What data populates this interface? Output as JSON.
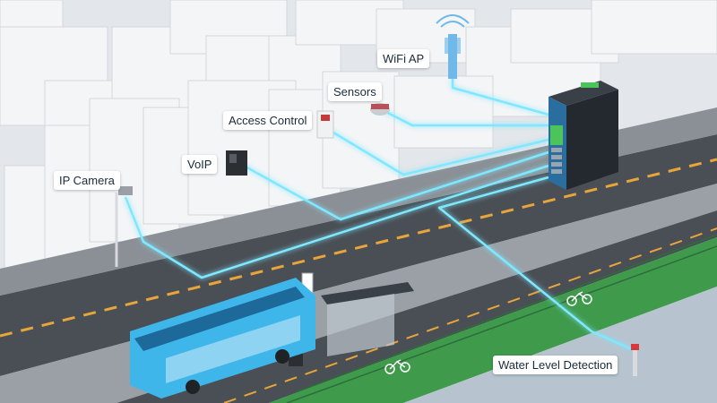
{
  "labels": {
    "wifi_ap": "WiFi AP",
    "sensors": "Sensors",
    "access_control": "Access Control",
    "voip": "VoIP",
    "ip_camera": "IP Camera",
    "water_level": "Water Level Detection"
  },
  "colors": {
    "link_line": "#7fe8ff",
    "bus_body": "#3fb6ea",
    "grass": "#3f9a4c",
    "water": "#b7c4cf",
    "road": "#4a4f55",
    "lane_mark": "#e8a53a",
    "switch_body": "#24292f",
    "switch_ports": "#4cc45a"
  },
  "icons": [
    "wifi-ap-tower-icon",
    "sensor-icon",
    "access-control-icon",
    "voip-phone-icon",
    "ip-camera-icon",
    "water-level-sensor-icon",
    "industrial-switch-icon",
    "bus-icon",
    "bus-shelter-icon",
    "bicycle-lane-icon"
  ]
}
